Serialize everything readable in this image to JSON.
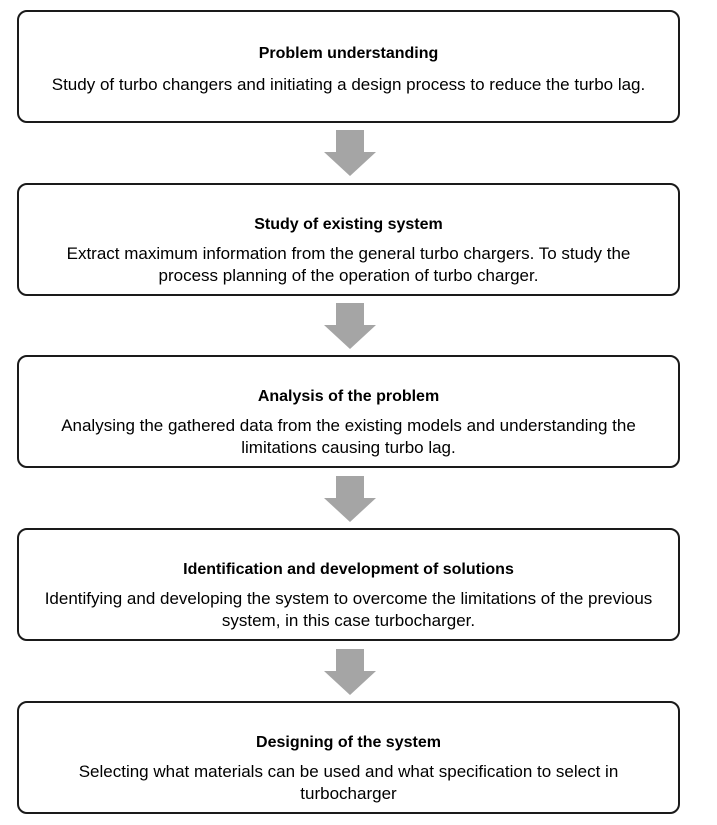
{
  "steps": [
    {
      "title": "Problem understanding",
      "description": "Study of turbo changers and initiating a design process to reduce the turbo lag."
    },
    {
      "title": "Study of existing system",
      "description": "Extract maximum information from the general turbo chargers. To study the process planning of the operation of turbo charger."
    },
    {
      "title": "Analysis of the problem",
      "description": "Analysing the gathered data from the existing models and understanding the limitations causing turbo lag."
    },
    {
      "title": "Identification and development of solutions",
      "description": "Identifying and developing the system to overcome the limitations of the previous system, in this case turbocharger."
    },
    {
      "title": "Designing of the system",
      "description": "Selecting what materials can be used and what specification to select in turbocharger"
    }
  ],
  "colors": {
    "border": "#1a1a1a",
    "arrow": "#a5a5a5"
  }
}
